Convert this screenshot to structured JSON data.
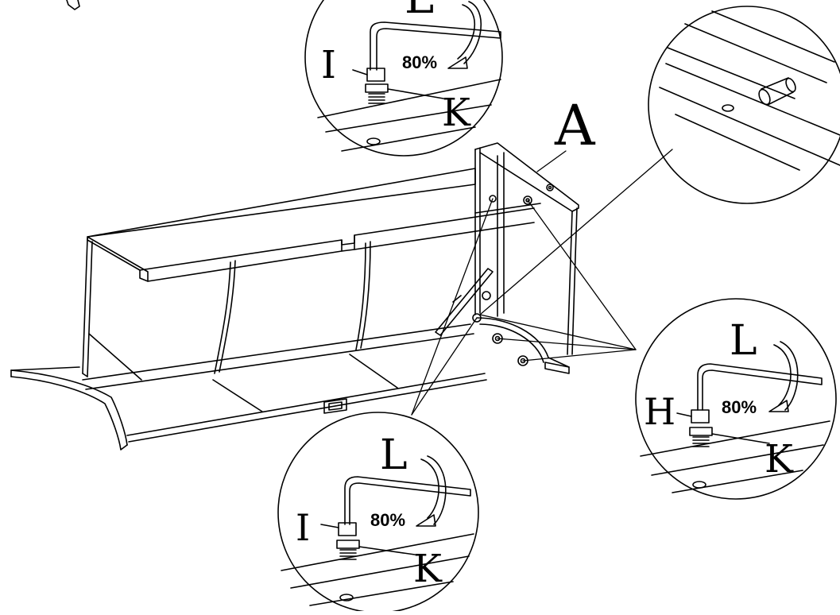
{
  "labels": {
    "part_a": "A",
    "top_tool": "L",
    "top_fastener_left": "I",
    "top_fastener_right": "K",
    "top_torque": "80%",
    "right_tool": "L",
    "right_fastener_left": "H",
    "right_fastener_right": "K",
    "right_torque": "80%",
    "bottom_tool": "L",
    "bottom_fastener_left": "I",
    "bottom_fastener_right": "K",
    "bottom_torque": "80%"
  },
  "colors": {
    "line": "#000000",
    "background": "#ffffff"
  },
  "icons": [
    "allen-key-icon",
    "bolt-icon",
    "washer-icon",
    "rotate-arrow-icon",
    "dowel-pin-icon"
  ]
}
